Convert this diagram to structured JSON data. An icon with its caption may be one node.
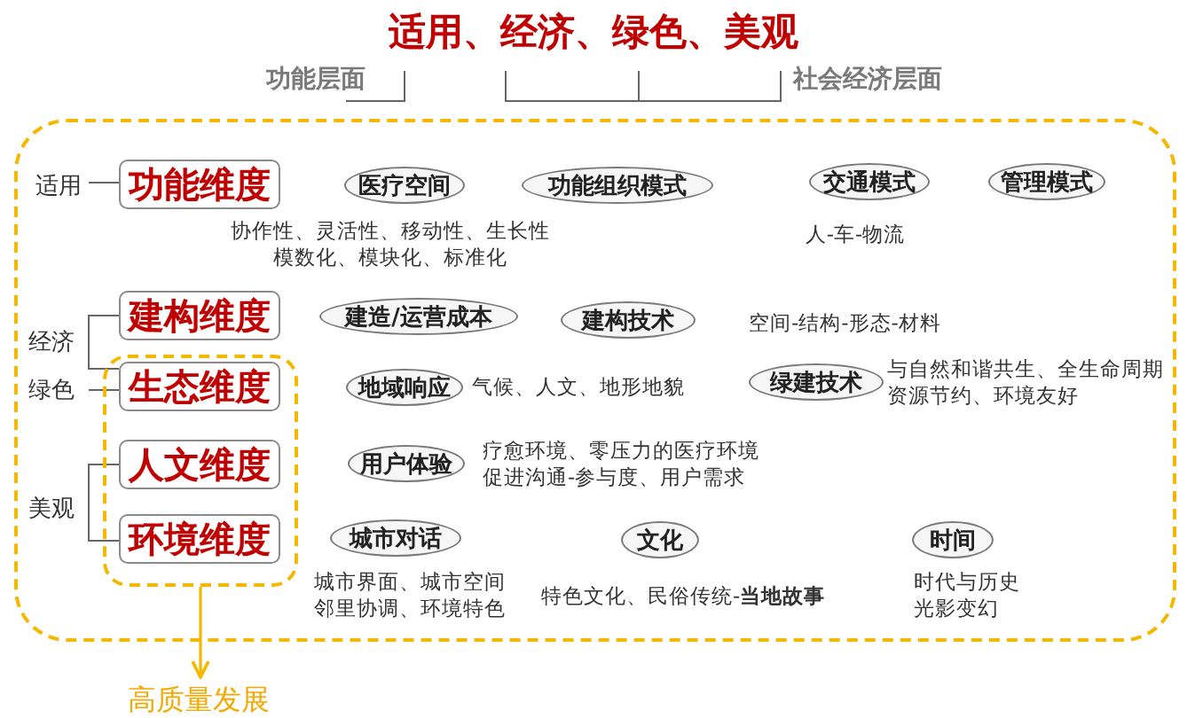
{
  "diagram": {
    "title": "适用、经济、绿色、美观",
    "nodes": [
      {
        "text": [],
        "shape": "box"
      },
      {
        "text": [
          "功能维度"
        ],
        "in": 0
      },
      {
        "text": [
          "医疗空间"
        ],
        "in": 0,
        "beside": [
          "协作性、灵活性、移动性、生长性模数化、模块化、标准化"
        ]
      },
      {
        "text": [
          "功能组织模式"
        ],
        "in": 0
      },
      {
        "text": [
          "交通模式"
        ],
        "in": 0,
        "beside": [
          "人-车-物流"
        ]
      },
      {
        "text": [
          "管理模式"
        ],
        "in": 0
      },
      {
        "text": [
          "建构维度"
        ],
        "in": 0
      },
      {
        "text": [
          "建造/运营成本"
        ],
        "in": 0
      },
      {
        "text": [
          "建构技术"
        ],
        "in": 0
      },
      {
        "text": [],
        "shape": "box",
        "in": 0
      },
      {
        "text": [
          "生态维度"
        ],
        "in": 9
      },
      {
        "text": [
          "地域响应"
        ],
        "in": 0,
        "beside": [
          "气候、人文、地形地貌"
        ]
      },
      {
        "text": [
          "绿建技术"
        ],
        "in": 0,
        "beside": [
          "与自然和谐共生、全生命周期资源节约、环境友好"
        ]
      },
      {
        "text": [
          "人文维度"
        ],
        "in": 9
      },
      {
        "text": [
          "用户体验"
        ],
        "in": 0,
        "beside": [
          "疗愈环境、零压力的医疗环境促进沟通-参与度、用户需求"
        ]
      },
      {
        "text": [
          "环境维度"
        ],
        "in": 9
      },
      {
        "text": [
          "城市对话"
        ],
        "in": 0,
        "beside": [
          "城市界面、城市空间邻里协调、环境特色"
        ]
      },
      {
        "text": [
          "文化"
        ],
        "in": 0,
        "beside": [
          "特色文化、民俗传统-**当地故事**"
        ]
      },
      {
        "text": [
          "时间"
        ],
        "in": 0,
        "beside": [
          "时代与历史光影变幻"
        ]
      },
      {
        "text": [
          "高质量发展"
        ]
      }
    ],
    "edges": [
      {
        "from": 9,
        "to": 19,
        "arrow": "to"
      }
    ],
    "labels": [
      "功能层面",
      "社会经济层面",
      "适用",
      "经济",
      "绿色",
      "美观",
      "空间-结构-形态-材料"
    ]
  }
}
